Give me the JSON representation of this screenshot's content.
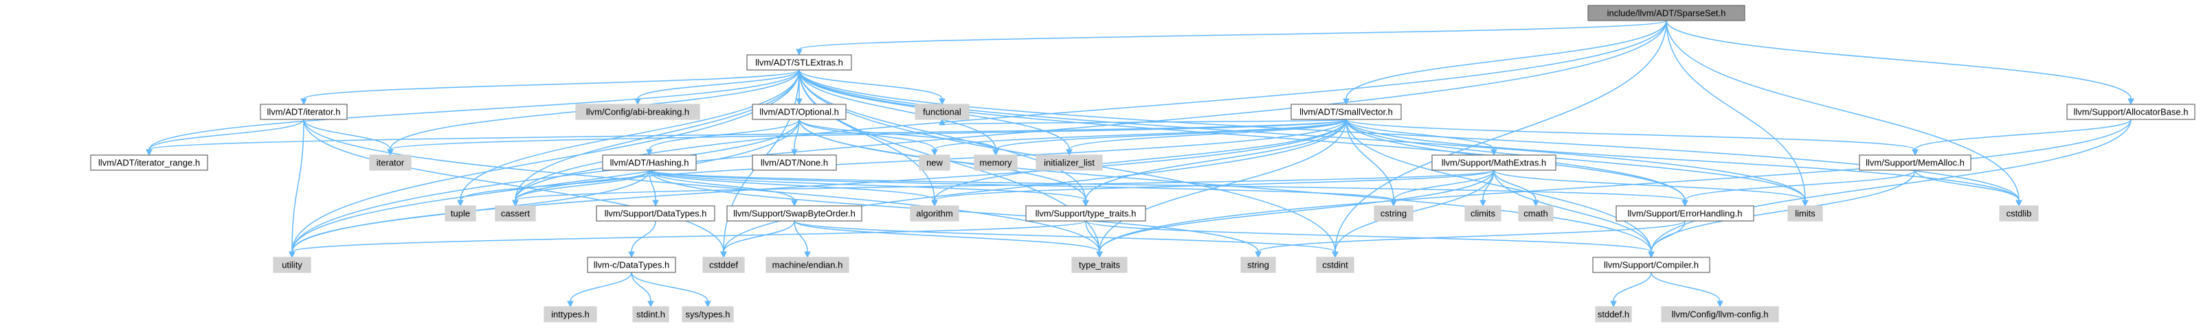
{
  "graph": {
    "edge_color": "#63b8ff",
    "node_fill_default": "#ffffff",
    "node_fill_system": "#d3d3d3",
    "node_fill_root": "#999999",
    "nodes": [
      {
        "id": "sparseset",
        "label": "include/llvm/ADT/SparseSet.h",
        "kind": "root"
      },
      {
        "id": "stlextras",
        "label": "llvm/ADT/STLExtras.h",
        "kind": "white"
      },
      {
        "id": "iterator",
        "label": "llvm/ADT/iterator.h",
        "kind": "white"
      },
      {
        "id": "abibreaking",
        "label": "llvm/Config/abi-breaking.h",
        "kind": "gray"
      },
      {
        "id": "optional",
        "label": "llvm/ADT/Optional.h",
        "kind": "white"
      },
      {
        "id": "functional",
        "label": "functional",
        "kind": "gray"
      },
      {
        "id": "smallvector",
        "label": "llvm/ADT/SmallVector.h",
        "kind": "white"
      },
      {
        "id": "allocatorbase",
        "label": "llvm/Support/AllocatorBase.h",
        "kind": "white"
      },
      {
        "id": "iterator_range",
        "label": "llvm/ADT/iterator_range.h",
        "kind": "white"
      },
      {
        "id": "iterator_sys",
        "label": "iterator",
        "kind": "gray"
      },
      {
        "id": "hashing",
        "label": "llvm/ADT/Hashing.h",
        "kind": "white"
      },
      {
        "id": "none",
        "label": "llvm/ADT/None.h",
        "kind": "white"
      },
      {
        "id": "new",
        "label": "new",
        "kind": "gray"
      },
      {
        "id": "memory",
        "label": "memory",
        "kind": "gray"
      },
      {
        "id": "initializer_list",
        "label": "initializer_list",
        "kind": "gray"
      },
      {
        "id": "mathextras",
        "label": "llvm/Support/MathExtras.h",
        "kind": "white"
      },
      {
        "id": "memalloc",
        "label": "llvm/Support/MemAlloc.h",
        "kind": "white"
      },
      {
        "id": "tuple",
        "label": "tuple",
        "kind": "gray"
      },
      {
        "id": "cassert",
        "label": "cassert",
        "kind": "gray"
      },
      {
        "id": "datatypes",
        "label": "llvm/Support/DataTypes.h",
        "kind": "white"
      },
      {
        "id": "swapbyteorder",
        "label": "llvm/Support/SwapByteOrder.h",
        "kind": "white"
      },
      {
        "id": "algorithm",
        "label": "algorithm",
        "kind": "gray"
      },
      {
        "id": "type_traits_llvm",
        "label": "llvm/Support/type_traits.h",
        "kind": "white"
      },
      {
        "id": "cstring",
        "label": "cstring",
        "kind": "gray"
      },
      {
        "id": "climits",
        "label": "climits",
        "kind": "gray"
      },
      {
        "id": "cmath",
        "label": "cmath",
        "kind": "gray"
      },
      {
        "id": "limits",
        "label": "limits",
        "kind": "gray"
      },
      {
        "id": "errorhandling",
        "label": "llvm/Support/ErrorHandling.h",
        "kind": "white"
      },
      {
        "id": "cstdlib",
        "label": "cstdlib",
        "kind": "gray"
      },
      {
        "id": "utility",
        "label": "utility",
        "kind": "gray"
      },
      {
        "id": "c_datatypes",
        "label": "llvm-c/DataTypes.h",
        "kind": "white"
      },
      {
        "id": "cstddef",
        "label": "cstddef",
        "kind": "gray"
      },
      {
        "id": "machine_endian",
        "label": "machine/endian.h",
        "kind": "gray"
      },
      {
        "id": "type_traits",
        "label": "type_traits",
        "kind": "gray"
      },
      {
        "id": "string",
        "label": "string",
        "kind": "gray"
      },
      {
        "id": "cstdint",
        "label": "cstdint",
        "kind": "gray"
      },
      {
        "id": "compiler",
        "label": "llvm/Support/Compiler.h",
        "kind": "white"
      },
      {
        "id": "inttypes",
        "label": "inttypes.h",
        "kind": "gray"
      },
      {
        "id": "stdint",
        "label": "stdint.h",
        "kind": "gray"
      },
      {
        "id": "systypes",
        "label": "sys/types.h",
        "kind": "gray"
      },
      {
        "id": "stddef",
        "label": "stddef.h",
        "kind": "gray"
      },
      {
        "id": "llvmconfig",
        "label": "llvm/Config/llvm-config.h",
        "kind": "gray"
      }
    ],
    "edges": [
      [
        "sparseset",
        "stlextras"
      ],
      [
        "sparseset",
        "smallvector"
      ],
      [
        "sparseset",
        "allocatorbase"
      ],
      [
        "sparseset",
        "cassert"
      ],
      [
        "sparseset",
        "cstdint"
      ],
      [
        "sparseset",
        "cstdlib"
      ],
      [
        "sparseset",
        "limits"
      ],
      [
        "sparseset",
        "utility"
      ],
      [
        "stlextras",
        "iterator"
      ],
      [
        "stlextras",
        "abibreaking"
      ],
      [
        "stlextras",
        "optional"
      ],
      [
        "stlextras",
        "functional"
      ],
      [
        "stlextras",
        "iterator_range"
      ],
      [
        "stlextras",
        "iterator_sys"
      ],
      [
        "stlextras",
        "memory"
      ],
      [
        "stlextras",
        "initializer_list"
      ],
      [
        "stlextras",
        "tuple"
      ],
      [
        "stlextras",
        "cassert"
      ],
      [
        "stlextras",
        "algorithm"
      ],
      [
        "stlextras",
        "type_traits_llvm"
      ],
      [
        "stlextras",
        "limits"
      ],
      [
        "stlextras",
        "cstdlib"
      ],
      [
        "stlextras",
        "utility"
      ],
      [
        "stlextras",
        "cstddef"
      ],
      [
        "stlextras",
        "type_traits"
      ],
      [
        "stlextras",
        "cstdint"
      ],
      [
        "stlextras",
        "errorhandling"
      ],
      [
        "iterator",
        "iterator_range"
      ],
      [
        "iterator",
        "iterator_sys"
      ],
      [
        "iterator",
        "cstddef"
      ],
      [
        "iterator",
        "type_traits"
      ],
      [
        "iterator",
        "utility"
      ],
      [
        "optional",
        "hashing"
      ],
      [
        "optional",
        "none"
      ],
      [
        "optional",
        "new"
      ],
      [
        "optional",
        "memory"
      ],
      [
        "optional",
        "cassert"
      ],
      [
        "optional",
        "utility"
      ],
      [
        "optional",
        "type_traits_llvm"
      ],
      [
        "optional",
        "compiler"
      ],
      [
        "hashing",
        "datatypes"
      ],
      [
        "hashing",
        "swapbyteorder"
      ],
      [
        "hashing",
        "errorhandling"
      ],
      [
        "hashing",
        "type_traits_llvm"
      ],
      [
        "hashing",
        "algorithm"
      ],
      [
        "hashing",
        "cassert"
      ],
      [
        "hashing",
        "cstring"
      ],
      [
        "hashing",
        "string"
      ],
      [
        "hashing",
        "tuple"
      ],
      [
        "hashing",
        "utility"
      ],
      [
        "datatypes",
        "c_datatypes"
      ],
      [
        "c_datatypes",
        "inttypes"
      ],
      [
        "c_datatypes",
        "stdint"
      ],
      [
        "c_datatypes",
        "systypes"
      ],
      [
        "swapbyteorder",
        "cstddef"
      ],
      [
        "swapbyteorder",
        "cstdint"
      ],
      [
        "swapbyteorder",
        "type_traits"
      ],
      [
        "swapbyteorder",
        "machine_endian"
      ],
      [
        "type_traits_llvm",
        "type_traits"
      ],
      [
        "type_traits_llvm",
        "utility"
      ],
      [
        "type_traits_llvm",
        "compiler"
      ],
      [
        "smallvector",
        "iterator_range"
      ],
      [
        "smallvector",
        "mathextras"
      ],
      [
        "smallvector",
        "memalloc"
      ],
      [
        "smallvector",
        "type_traits_llvm"
      ],
      [
        "smallvector",
        "errorhandling"
      ],
      [
        "smallvector",
        "compiler"
      ],
      [
        "smallvector",
        "algorithm"
      ],
      [
        "smallvector",
        "cassert"
      ],
      [
        "smallvector",
        "cstddef"
      ],
      [
        "smallvector",
        "cstdlib"
      ],
      [
        "smallvector",
        "cstring"
      ],
      [
        "smallvector",
        "functional"
      ],
      [
        "smallvector",
        "initializer_list"
      ],
      [
        "smallvector",
        "iterator_sys"
      ],
      [
        "smallvector",
        "limits"
      ],
      [
        "smallvector",
        "memory"
      ],
      [
        "smallvector",
        "new"
      ],
      [
        "smallvector",
        "type_traits"
      ],
      [
        "smallvector",
        "utility"
      ],
      [
        "mathextras",
        "compiler"
      ],
      [
        "mathextras",
        "algorithm"
      ],
      [
        "mathextras",
        "cassert"
      ],
      [
        "mathextras",
        "climits"
      ],
      [
        "mathextras",
        "cmath"
      ],
      [
        "mathextras",
        "cstdint"
      ],
      [
        "mathextras",
        "cstring"
      ],
      [
        "mathextras",
        "limits"
      ],
      [
        "mathextras",
        "type_traits"
      ],
      [
        "memalloc",
        "compiler"
      ],
      [
        "memalloc",
        "errorhandling"
      ],
      [
        "memalloc",
        "cstdlib"
      ],
      [
        "errorhandling",
        "compiler"
      ],
      [
        "errorhandling",
        "string"
      ],
      [
        "compiler",
        "llvmconfig"
      ],
      [
        "compiler",
        "stddef"
      ],
      [
        "allocatorbase",
        "compiler"
      ],
      [
        "allocatorbase",
        "memalloc"
      ],
      [
        "allocatorbase",
        "type_traits"
      ]
    ]
  }
}
